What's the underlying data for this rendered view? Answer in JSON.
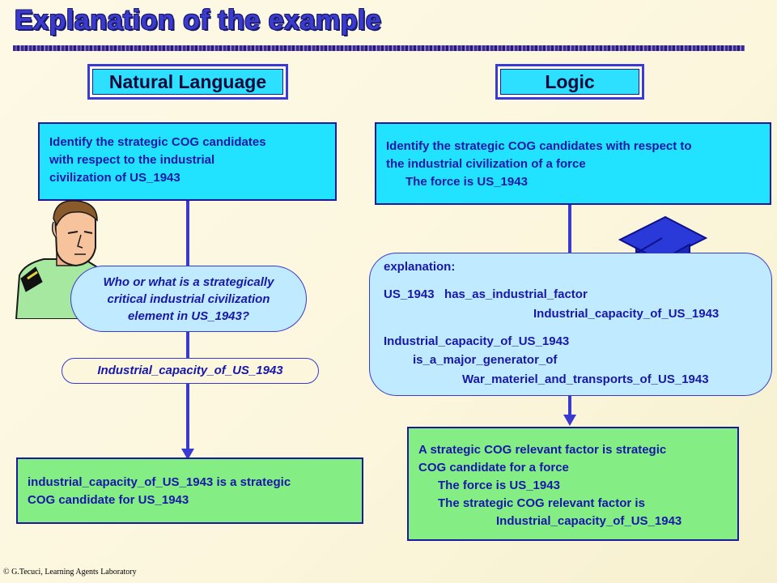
{
  "title": "Explanation of the example",
  "headers": {
    "natural_language": "Natural Language",
    "logic": "Logic"
  },
  "left": {
    "top_box": [
      "Identify the strategic COG candidates",
      "with respect to the industrial",
      "civilization of US_1943"
    ],
    "question": [
      "Who or what is a strategically",
      "critical industrial civilization",
      "element in US_1943?"
    ],
    "answer": "Industrial_capacity_of_US_1943",
    "bottom_box": [
      "industrial_capacity_of_US_1943 is a strategic",
      "COG candidate for US_1943"
    ]
  },
  "right": {
    "top_box": [
      "Identify the strategic COG candidates with respect to",
      "the industrial civilization of a force",
      "The force is US_1943"
    ],
    "explanation": {
      "label": "explanation:",
      "line1": "US_1943   has_as_industrial_factor",
      "line2": "Industrial_capacity_of_US_1943",
      "line3": "Industrial_capacity_of_US_1943",
      "line4": "is_a_major_generator_of",
      "line5": "War_materiel_and_transports_of_US_1943"
    },
    "bottom_box": [
      "A strategic COG relevant factor is strategic",
      "COG candidate for a force",
      "The force is US_1943",
      "The strategic COG relevant factor is",
      "Industrial_capacity_of_US_1943"
    ]
  },
  "icons": {
    "soldier": "soldier-icon",
    "grad_cap": "graduation-cap-icon"
  },
  "footer": "© G.Tecuci, Learning Agents Laboratory",
  "colors": {
    "cyan": "#22e3ff",
    "green": "#84ee84",
    "text_blue": "#1818a8",
    "header_fill": "#2ee0ff"
  }
}
